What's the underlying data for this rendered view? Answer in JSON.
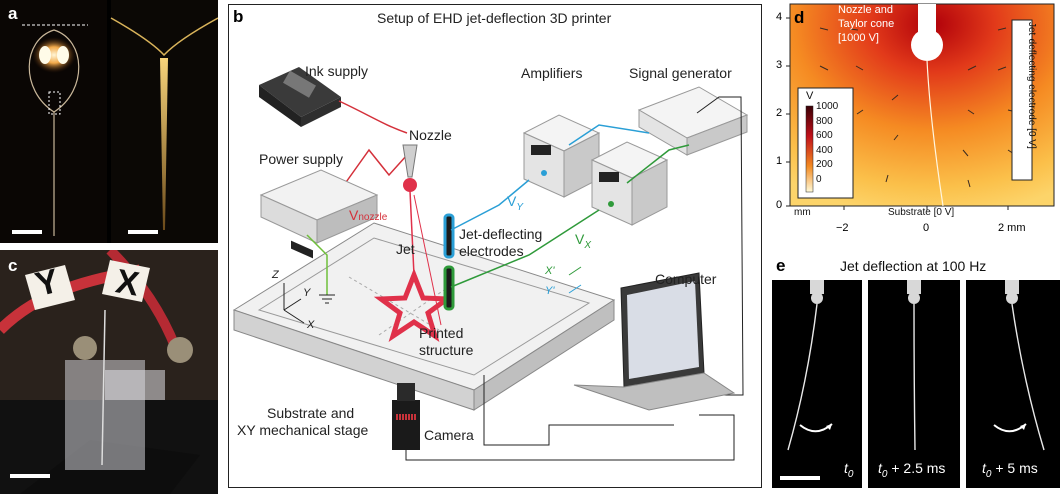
{
  "panels": {
    "a": {
      "label": "a"
    },
    "b": {
      "label": "b",
      "title": "Setup of EHD jet-deflection 3D printer",
      "labels": {
        "ink_supply": "Ink supply",
        "nozzle": "Nozzle",
        "power_supply": "Power supply",
        "v_nozzle_base": "V",
        "v_nozzle_sub": "nozzle",
        "amplifiers": "Amplifiers",
        "signal_generator": "Signal generator",
        "vy_base": "V",
        "vy_sub": "Y",
        "vx_base": "V",
        "vx_sub": "X",
        "jet": "Jet",
        "jet_deflecting_1": "Jet-deflecting",
        "jet_deflecting_2": "electrodes",
        "printed_1": "Printed",
        "printed_2": "structure",
        "computer": "Computer",
        "substrate_1": "Substrate and",
        "substrate_2": "XY mechanical stage",
        "camera": "Camera",
        "axis_z": "Z",
        "axis_y": "Y",
        "axis_x": "X",
        "axis_xp": "X'",
        "axis_yp": "Y'"
      }
    },
    "c": {
      "label": "c",
      "tag_left": "Y",
      "tag_right": "X"
    },
    "d": {
      "label": "d",
      "nozzle_text_1": "Nozzle and",
      "nozzle_text_2": "Taylor cone",
      "nozzle_text_3": "[1000 V]",
      "electrode_text": "Jet-deflecting electrode [0 V]",
      "substrate_text": "Substrate [0 V]",
      "colorbar_title": "V",
      "colorbar_ticks": [
        "1000",
        "800",
        "600",
        "400",
        "200",
        "0"
      ],
      "y_ticks": [
        "4",
        "3",
        "2",
        "1",
        "0"
      ],
      "x_ticks": [
        "−2",
        "0",
        "2 mm"
      ],
      "unit_label": "mm"
    },
    "e": {
      "label": "e",
      "title": "Jet deflection at 100 Hz",
      "frames": [
        {
          "base": "t",
          "sub": "0",
          "suffix": ""
        },
        {
          "base": "t",
          "sub": "0",
          "suffix": " + 2.5 ms"
        },
        {
          "base": "t",
          "sub": "0",
          "suffix": " + 5 ms"
        }
      ]
    }
  },
  "colors": {
    "red_wire": "#d4303a",
    "blue_wire": "#2a9fd6",
    "green_wire": "#2f9a3a",
    "star": "#e0314a"
  }
}
